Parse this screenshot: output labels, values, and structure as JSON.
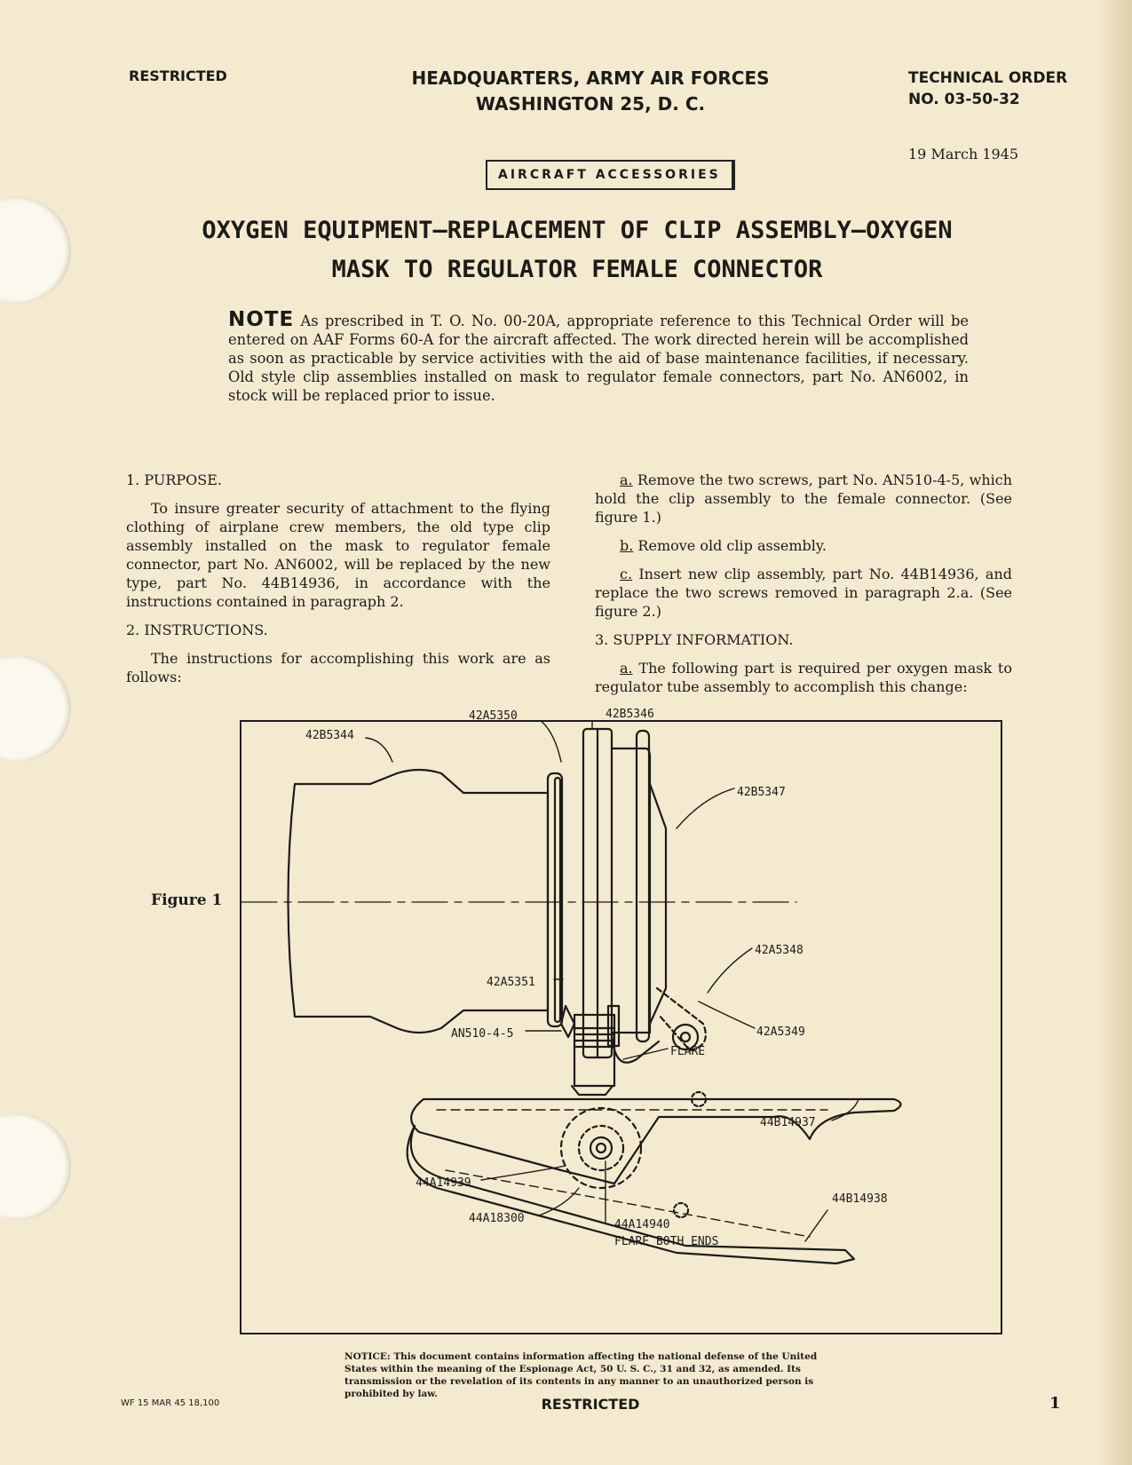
{
  "header": {
    "classification": "RESTRICTED",
    "org_line1": "HEADQUARTERS, ARMY AIR FORCES",
    "org_line2": "WASHINGTON 25, D. C.",
    "to_line1": "TECHNICAL ORDER",
    "to_line2": "NO. 03-50-32",
    "date": "19 March 1945"
  },
  "category": "AIRCRAFT ACCESSORIES",
  "title_line1": "OXYGEN EQUIPMENT—REPLACEMENT OF CLIP ASSEMBLY—OXYGEN",
  "title_line2": "MASK TO REGULATOR FEMALE CONNECTOR",
  "note": {
    "tag": "NOTE",
    "text": "As prescribed in T. O. No. 00-20A, appropriate reference to this Technical Order will be entered on AAF Forms 60-A for the aircraft affected. The work directed herein will be accomplished as soon as practicable by service activities with the aid of base maintenance facilities, if necessary. Old style clip assemblies installed on mask to regulator female connectors, part No. AN6002, in stock will be replaced prior to issue."
  },
  "sections": {
    "purpose_heading": "1. PURPOSE.",
    "purpose_text": "To insure greater security of attachment to the flying clothing of airplane crew members, the old type clip assembly installed on the mask to regulator female connector, part No. AN6002, will be replaced by the new type, part No. 44B14936, in accordance with the instructions contained in paragraph 2.",
    "instructions_heading": "2. INSTRUCTIONS.",
    "instructions_text": "The instructions for accomplishing this work are as follows:",
    "step_a_label": "a.",
    "step_a_text": "Remove the two screws, part No. AN510-4-5, which hold the clip assembly to the female connector. (See figure 1.)",
    "step_b_label": "b.",
    "step_b_text": "Remove old clip assembly.",
    "step_c_label": "c.",
    "step_c_text": "Insert new clip assembly, part No. 44B14936, and replace the two screws removed in paragraph 2.a. (See figure 2.)",
    "supply_heading": "3. SUPPLY INFORMATION.",
    "supply_a_label": "a.",
    "supply_a_text": "The following part is required per oxygen mask to regulator tube assembly to accomplish this change:"
  },
  "figure": {
    "label": "Figure 1",
    "callouts": {
      "c1": "42B5344",
      "c2": "42A5350",
      "c3": "42B5346",
      "c4": "42B5347",
      "c5": "42A5348",
      "c6": "42A5351",
      "c7": "AN510-4-5",
      "c8": "42A5349",
      "c9": "FLARE",
      "c10": "44B14937",
      "c11": "44A14939",
      "c12": "44B14938",
      "c13": "44A18300",
      "c14": "44A14940",
      "c15": "FLARE BOTH ENDS"
    }
  },
  "notice": "NOTICE: This document contains information affecting the national defense of the United States within the meaning of the Espionage Act, 50 U. S. C., 31 and 32, as amended. Its transmission or the revelation of its contents in any manner to an unauthorized person is prohibited by law.",
  "footer": {
    "print_code": "WF 15 MAR 45 18,100",
    "classification": "RESTRICTED",
    "page_number": "1"
  }
}
